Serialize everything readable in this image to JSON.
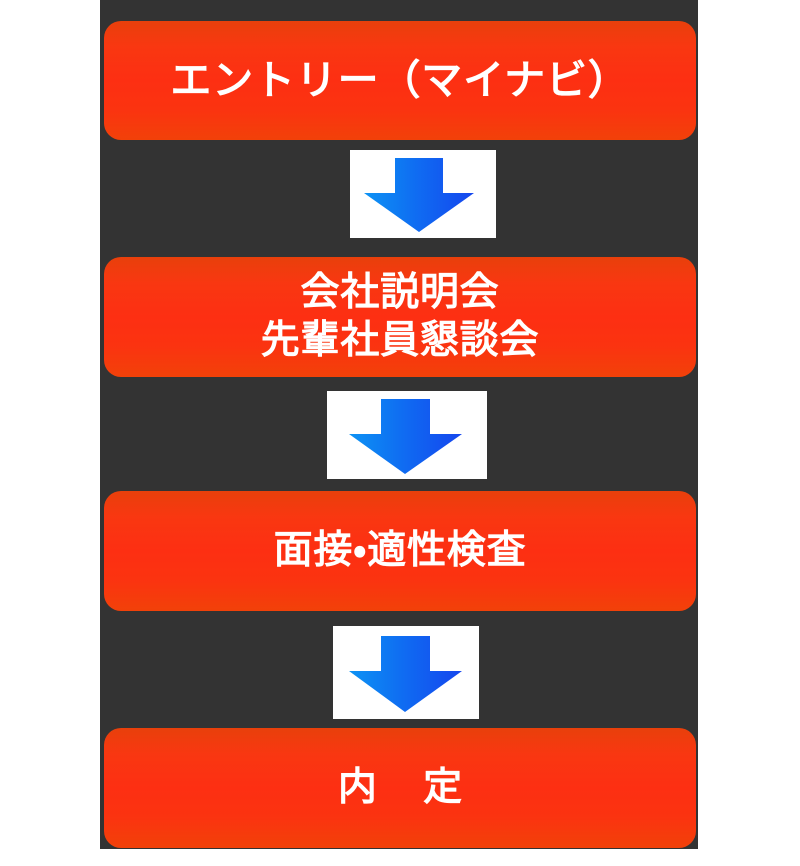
{
  "page": {
    "background_color": "#ffffff",
    "panel_color": "#333333"
  },
  "colors": {
    "box_gradient_top": "#e8400b",
    "box_gradient_mid": "#fd2f12",
    "box_gradient_bottom": "#f24109",
    "arrow_gradient_left": "#0d8cf2",
    "arrow_gradient_right": "#1546ee",
    "arrow_plate": "#ffffff",
    "label_text": "#ffffff"
  },
  "flow": {
    "steps": [
      {
        "id": "entry",
        "label": "エントリー（マイナビ）"
      },
      {
        "id": "info-session",
        "label": "会社説明会\n先輩社員懇談会"
      },
      {
        "id": "interview-test",
        "label": "面接・適性検査"
      },
      {
        "id": "offer",
        "label": "内 定"
      }
    ],
    "connectors": [
      {
        "id": "arrow-1",
        "icon": "down-arrow-icon"
      },
      {
        "id": "arrow-2",
        "icon": "down-arrow-icon"
      },
      {
        "id": "arrow-3",
        "icon": "down-arrow-icon"
      }
    ]
  }
}
